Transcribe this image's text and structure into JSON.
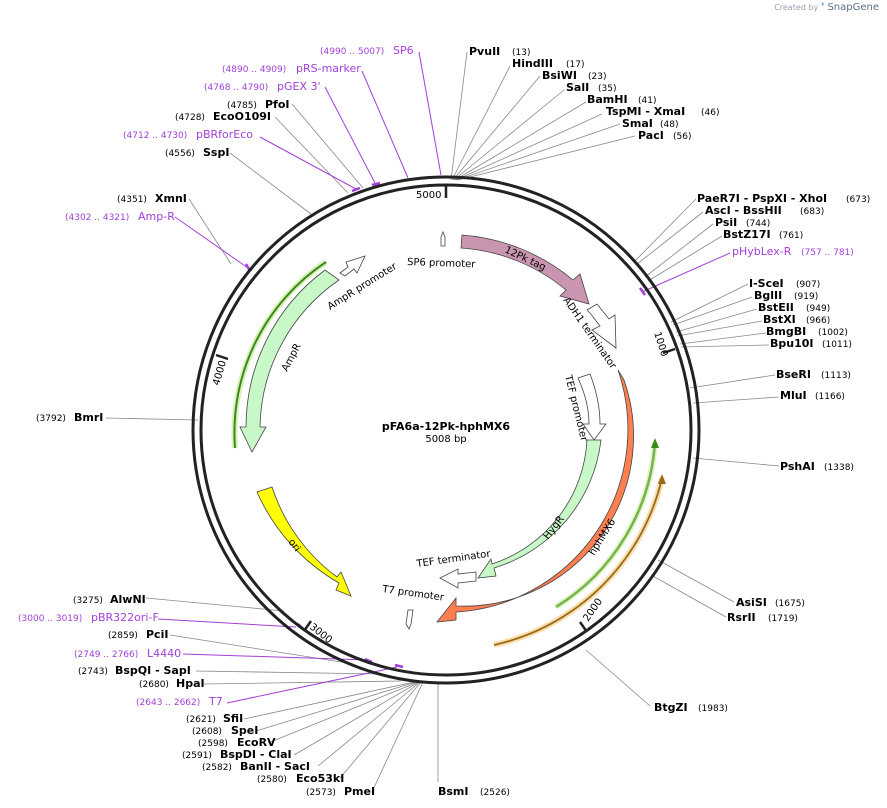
{
  "brand": {
    "created_by": "Created by",
    "name": "SnapGene"
  },
  "plasmid": {
    "name": "pFA6a-12Pk-hphMX6",
    "size_label": "5008 bp"
  },
  "ticks": [
    "1000",
    "2000",
    "3000",
    "4000",
    "5000"
  ],
  "enzymes": [
    {
      "name": "PvuII",
      "pos": "(13)"
    },
    {
      "name": "HindIII",
      "pos": "(17)"
    },
    {
      "name": "BsiWI",
      "pos": "(23)"
    },
    {
      "name": "SalI",
      "pos": "(35)"
    },
    {
      "name": "BamHI",
      "pos": "(41)"
    },
    {
      "name": "TspMI - XmaI",
      "pos": "(46)"
    },
    {
      "name": "SmaI",
      "pos": "(48)"
    },
    {
      "name": "PacI",
      "pos": "(56)"
    },
    {
      "name": "PaeR7I - PspXI - XhoI",
      "pos": "(673)"
    },
    {
      "name": "AscI - BssHII",
      "pos": "(683)"
    },
    {
      "name": "PsiI",
      "pos": "(744)"
    },
    {
      "name": "BstZ17I",
      "pos": "(761)"
    },
    {
      "name": "I-SceI",
      "pos": "(907)"
    },
    {
      "name": "BglII",
      "pos": "(919)"
    },
    {
      "name": "BstEII",
      "pos": "(949)"
    },
    {
      "name": "BstXI",
      "pos": "(966)"
    },
    {
      "name": "BmgBI",
      "pos": "(1002)"
    },
    {
      "name": "Bpu10I",
      "pos": "(1011)"
    },
    {
      "name": "BseRI",
      "pos": "(1113)"
    },
    {
      "name": "MluI",
      "pos": "(1166)"
    },
    {
      "name": "PshAI",
      "pos": "(1338)"
    },
    {
      "name": "AsiSI",
      "pos": "(1675)"
    },
    {
      "name": "RsrII",
      "pos": "(1719)"
    },
    {
      "name": "BtgZI",
      "pos": "(1983)"
    },
    {
      "name": "BsmI",
      "pos": "(2526)"
    },
    {
      "name": "PmeI",
      "pos": "(2573)"
    },
    {
      "name": "Eco53kI",
      "pos": "(2580)"
    },
    {
      "name": "BanII - SacI",
      "pos": "(2582)"
    },
    {
      "name": "BspDI - ClaI",
      "pos": "(2591)"
    },
    {
      "name": "EcoRV",
      "pos": "(2598)"
    },
    {
      "name": "SpeI",
      "pos": "(2608)"
    },
    {
      "name": "SfiI",
      "pos": "(2621)"
    },
    {
      "name": "HpaI",
      "pos": "(2680)"
    },
    {
      "name": "BspQI - SapI",
      "pos": "(2743)"
    },
    {
      "name": "PciI",
      "pos": "(2859)"
    },
    {
      "name": "AlwNI",
      "pos": "(3275)"
    },
    {
      "name": "BmrI",
      "pos": "(3792)"
    },
    {
      "name": "XmnI",
      "pos": "(4351)"
    },
    {
      "name": "SspI",
      "pos": "(4556)"
    },
    {
      "name": "EcoO109I",
      "pos": "(4728)"
    },
    {
      "name": "PfoI",
      "pos": "(4785)"
    }
  ],
  "primers": [
    {
      "name": "SP6",
      "pos": "(4990 .. 5007)"
    },
    {
      "name": "pRS-marker",
      "pos": "(4890 .. 4909)"
    },
    {
      "name": "pGEX 3'",
      "pos": "(4768 .. 4790)"
    },
    {
      "name": "pBRforEco",
      "pos": "(4712 .. 4730)"
    },
    {
      "name": "Amp-R",
      "pos": "(4302 .. 4321)"
    },
    {
      "name": "pHybLex-R",
      "pos": "(757 .. 781)"
    },
    {
      "name": "pBR322ori-F",
      "pos": "(3000 .. 3019)"
    },
    {
      "name": "L4440",
      "pos": "(2749 .. 2766)"
    },
    {
      "name": "T7",
      "pos": "(2643 .. 2662)"
    }
  ],
  "features": {
    "sp6_promoter": "SP6 promoter",
    "tag_12pk": "12Pk tag",
    "adh1_terminator": "ADH1 terminator",
    "tef_promoter": "TEF promoter",
    "hygr": "HygR",
    "hphmx6": "hphMX6",
    "tef_terminator": "TEF terminator",
    "t7_promoter": "T7 promoter",
    "ori": "ori",
    "ampr": "AmpR",
    "ampr_promoter": "AmpR promoter"
  },
  "colors": {
    "backbone": "#222222",
    "tag": "#c995b0",
    "hphmx6": "#ff7f50",
    "hygr": "#c8f7c8",
    "ori": "#ffff00",
    "ampr": "#c8f7c8",
    "primer": "#a23fd8",
    "orf_green": "#3a8a1a",
    "orf_orange": "#c8852a"
  }
}
